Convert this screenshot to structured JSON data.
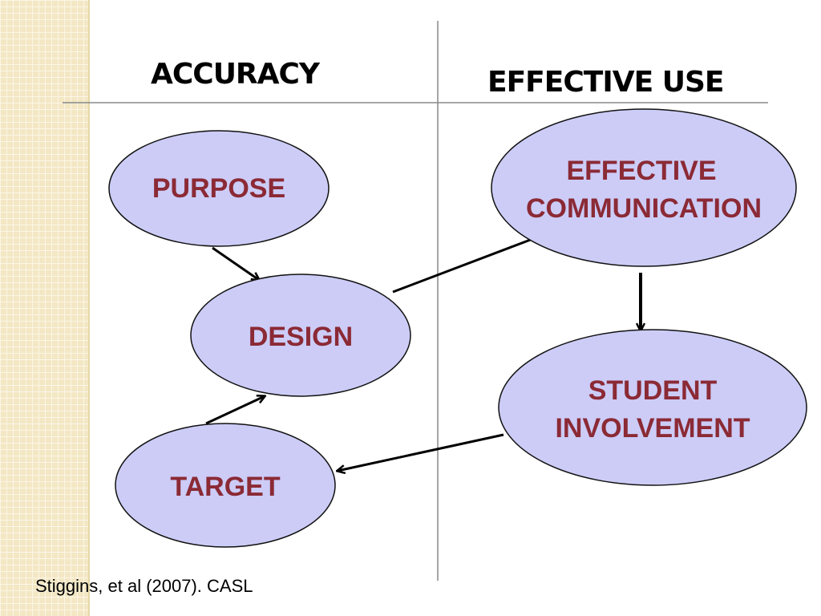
{
  "slide": {
    "heading_left": "ACCURACY",
    "heading_right": "EFFECTIVE USE",
    "citation": "Stiggins, et al (2007). CASL"
  },
  "nodes": {
    "purpose": {
      "lines": [
        "PURPOSE"
      ]
    },
    "design": {
      "lines": [
        "DESIGN"
      ]
    },
    "target": {
      "lines": [
        "TARGET"
      ]
    },
    "effective_communication": {
      "lines": [
        "EFFECTIVE",
        "COMMUNICATION"
      ]
    },
    "student_involvement": {
      "lines": [
        "STUDENT",
        "INVOLVEMENT"
      ]
    }
  },
  "colors": {
    "node_fill": "#ccccf7",
    "node_stroke": "#111111",
    "node_text": "#8b2a35",
    "strip": "#f3e7c4"
  }
}
